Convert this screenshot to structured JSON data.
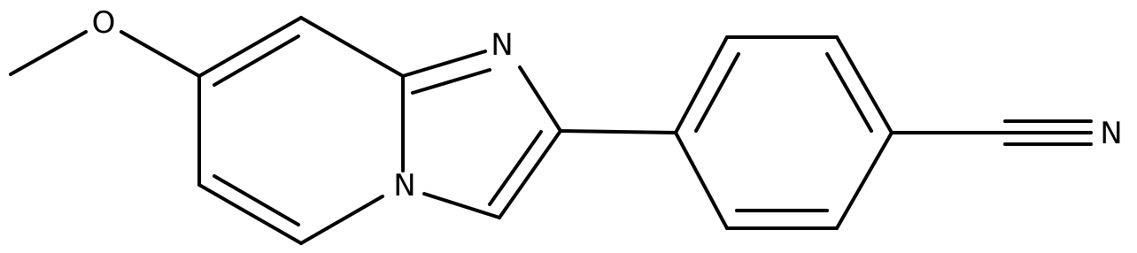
{
  "molecule": {
    "atoms": {
      "ring_nitrogen_top": "N",
      "bridgehead_nitrogen": "N",
      "nitrile_nitrogen": "N",
      "methoxy_oxygen": "O"
    }
  }
}
